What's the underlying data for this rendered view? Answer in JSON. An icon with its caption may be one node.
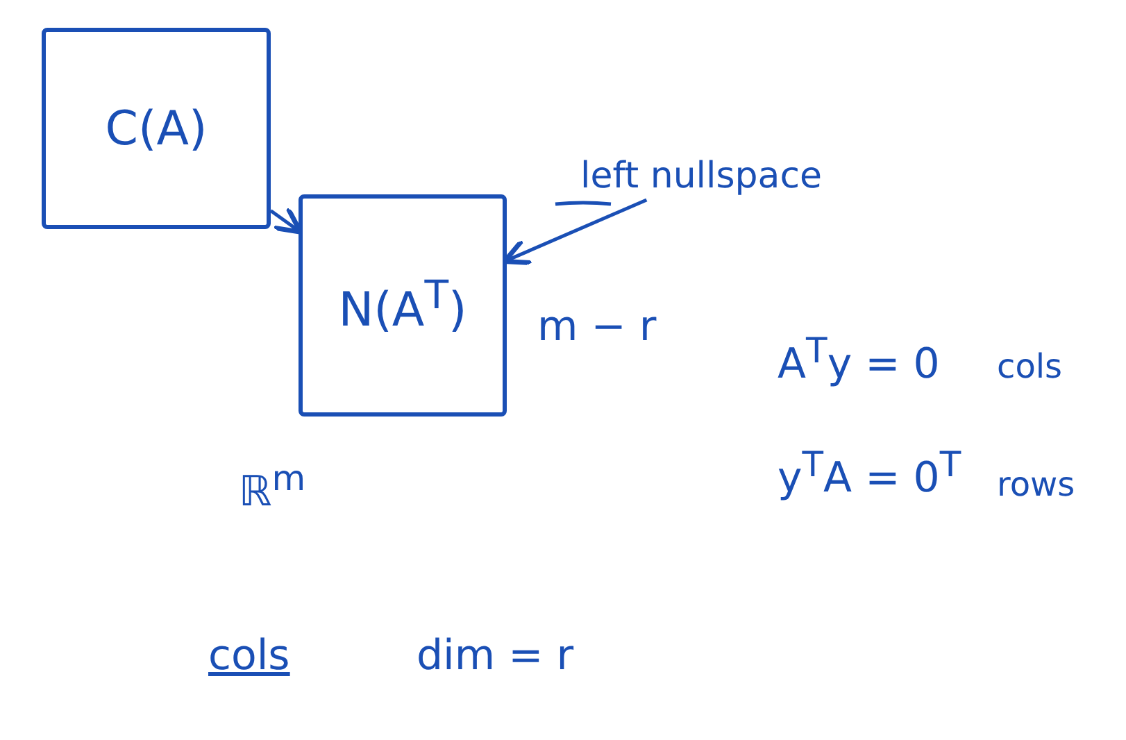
{
  "diagram": {
    "nodes": [
      {
        "text": [
          "C(A)"
        ]
      },
      {
        "text": [
          "N(A$^{T}$)"
        ],
        "beside": [
          "m − r"
        ]
      },
      {
        "text": [
          "left nullspace"
        ]
      }
    ],
    "edges": [
      {
        "from": 0,
        "to": 1,
        "arrow": "to"
      },
      {
        "from": 2,
        "to": 1,
        "arrow": "to"
      }
    ],
    "labels": [
      "A$^{T}$y = 0",
      "cols",
      "y$^{T}$A = 0$^{T}$",
      "rows",
      "ℝ$^{m}$",
      "cols",
      "dim = r"
    ]
  }
}
